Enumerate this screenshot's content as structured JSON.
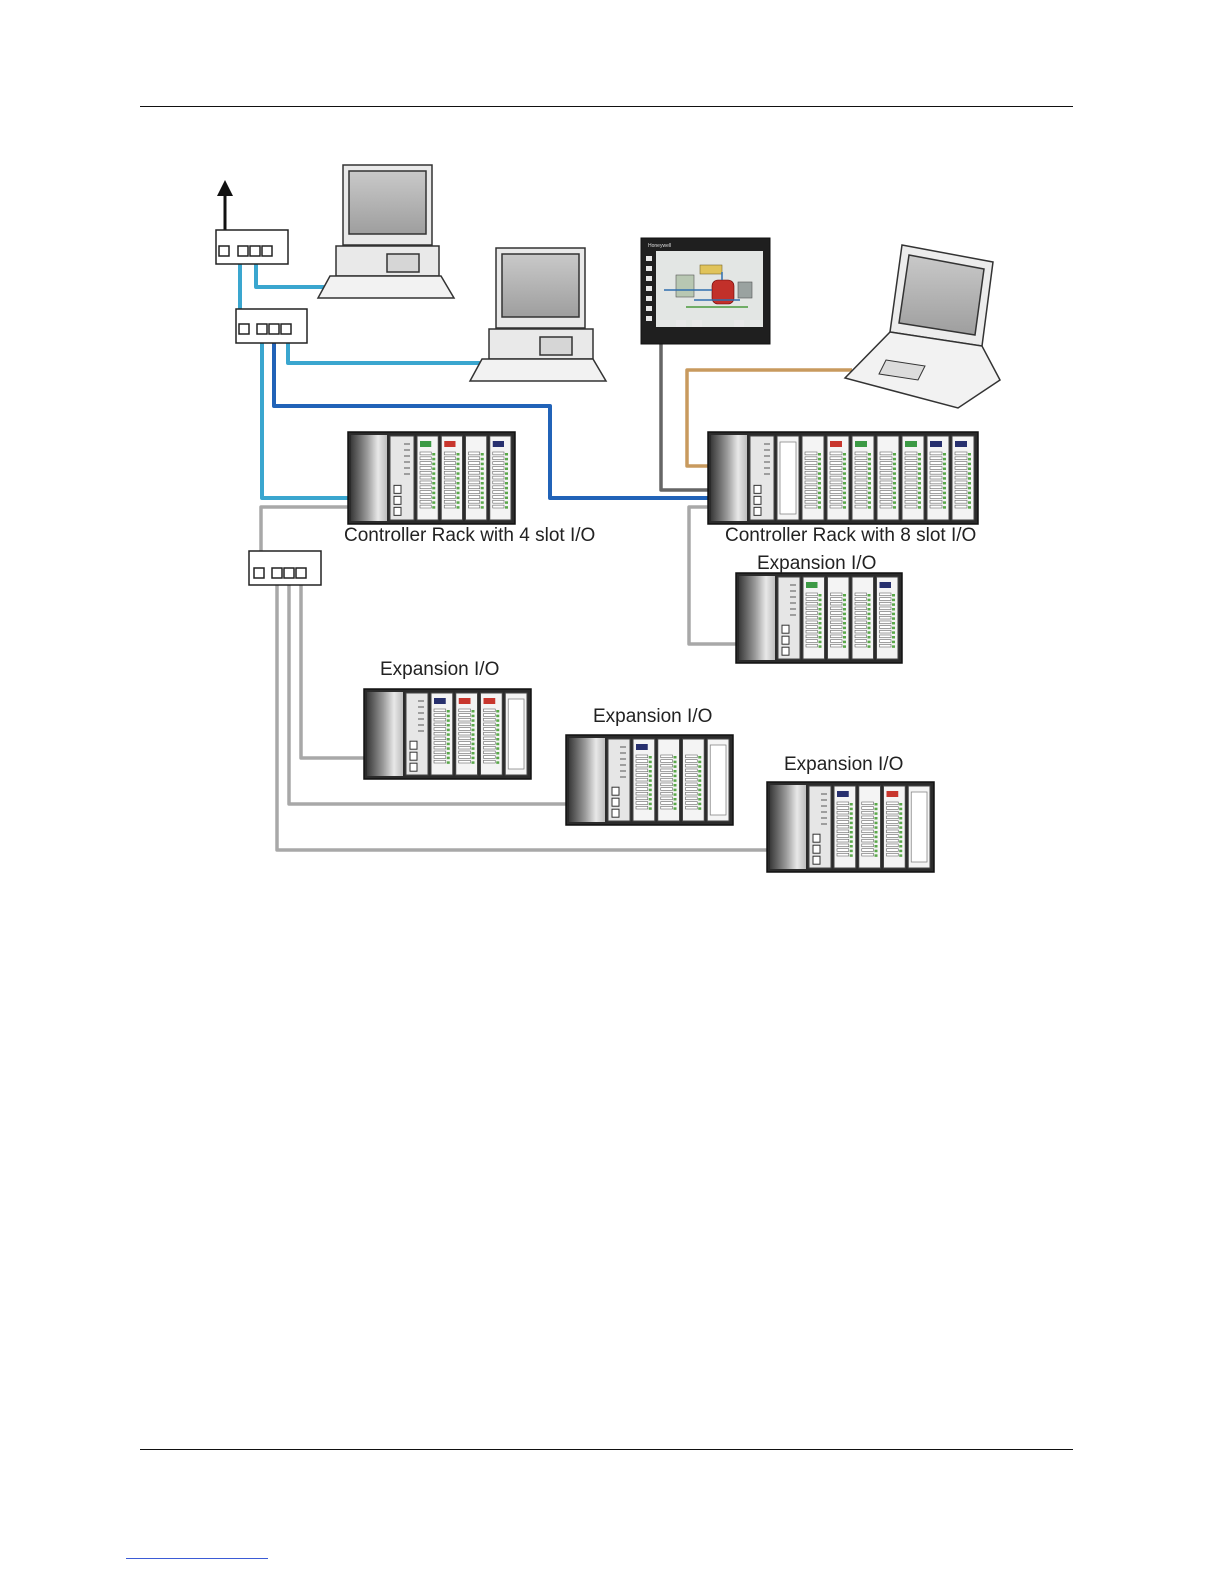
{
  "labels": {
    "rack4": "Controller Rack with 4 slot I/O",
    "rack8": "Controller Rack with 8 slot I/O",
    "exp_right": "Expansion I/O",
    "exp_1": "Expansion I/O",
    "exp_2": "Expansion I/O",
    "exp_3": "Expansion I/O"
  },
  "hmi": {
    "brand": "Honeywell"
  },
  "colors": {
    "cable_light_blue": "#3aa6cf",
    "cable_dark_blue": "#2163b8",
    "cable_gray": "#a8a8a8",
    "cable_dark_gray": "#666666",
    "cable_tan": "#c89a5e",
    "module_green": "#3c9a45",
    "module_red": "#c8362d",
    "module_navy": "#27306e"
  },
  "icons": [
    "uplink-arrow-icon",
    "network-switch-icon",
    "desktop-pc-icon",
    "hmi-touchscreen-icon",
    "laptop-icon",
    "controller-rack-icon",
    "expansion-rack-icon"
  ]
}
